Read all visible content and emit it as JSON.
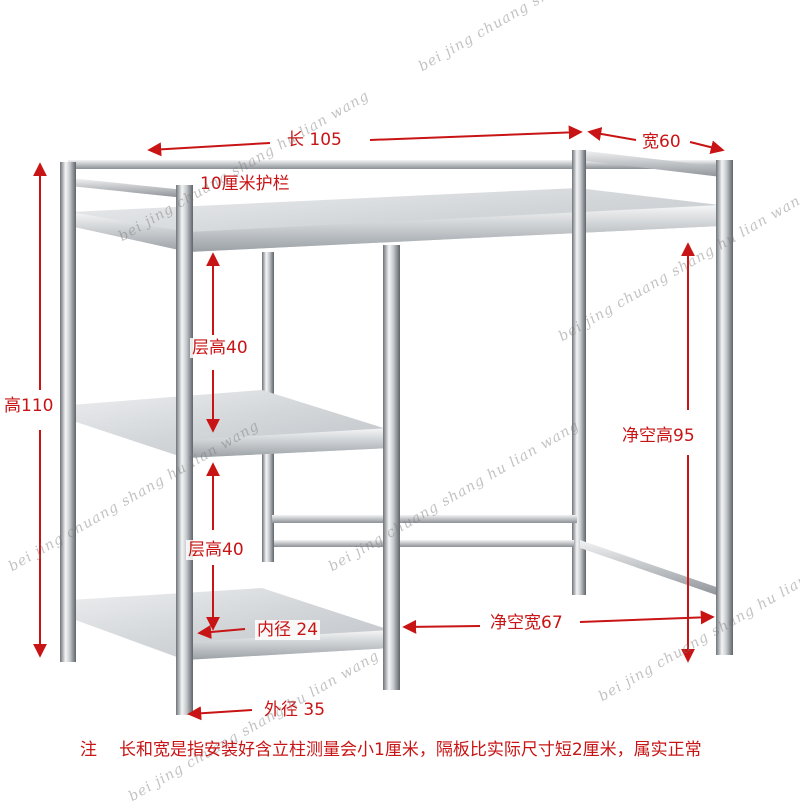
{
  "dimensions": {
    "length": "长 105",
    "width": "宽60",
    "guardrail": "10厘米护栏",
    "layer_height_1": "层高40",
    "layer_height_2": "层高40",
    "total_height": "高110",
    "clear_height": "净空高95",
    "clear_width": "净空宽67",
    "inner_diameter": "内径 24",
    "outer_diameter": "外径 35"
  },
  "note": {
    "lead": "注",
    "text": "长和宽是指安装好含立柱测量会小1厘米，隔板比实际尺寸短2厘米，属实正常"
  },
  "watermark": "bei jing chuang shang hu lian wang",
  "colors": {
    "annotation": "#c81414",
    "steel_light": "#e6e8ea",
    "steel_dark": "#8a8f94",
    "background": "#ffffff"
  }
}
